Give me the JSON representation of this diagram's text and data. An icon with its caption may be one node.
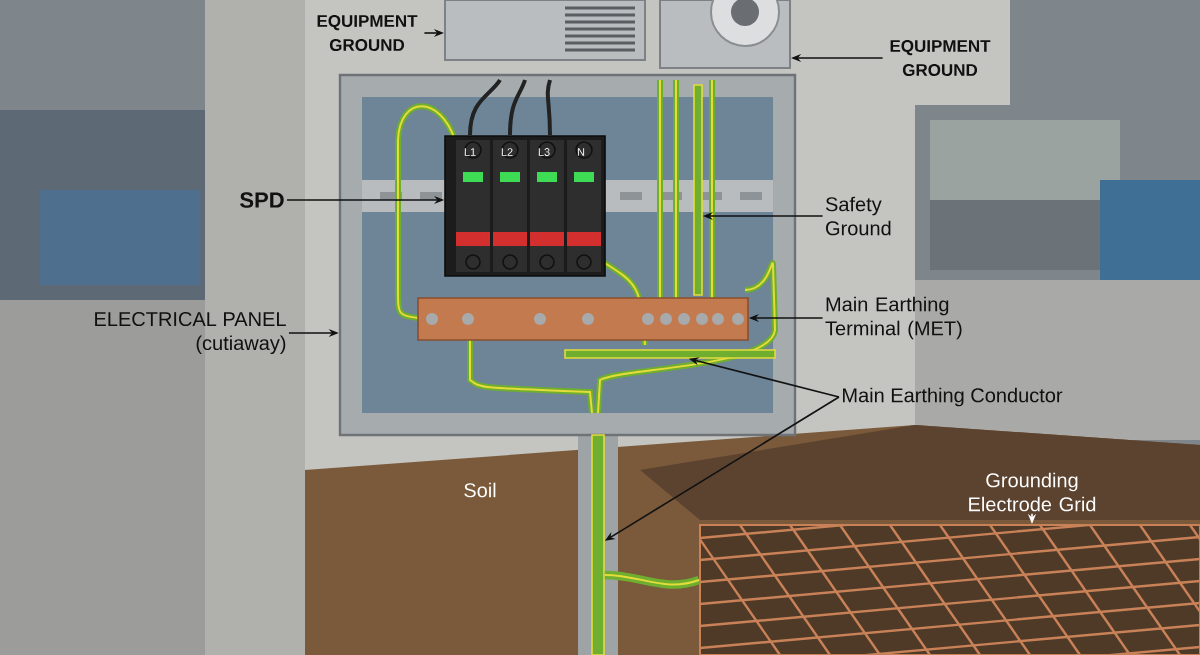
{
  "diagram": {
    "nodes": [
      {
        "text": [
          "EQUIPMENT GROUND"
        ]
      },
      {
        "text": [],
        "shape": "box"
      },
      {
        "text": [
          "EQUIPMENT GROUND"
        ]
      },
      {
        "text": [],
        "shape": "box"
      },
      {
        "text": [
          "SPD"
        ]
      },
      {
        "text": [
          "Safety Ground"
        ]
      },
      {
        "text": [
          "Main Earthing Terminal (MET)"
        ]
      },
      {
        "text": [
          "ELECTRICAL PANEL",
          "(cutiaway)"
        ]
      },
      {
        "text": [
          "Main Earthing Conductor"
        ]
      },
      {
        "text": [
          "Grounding Electrode Grid"
        ]
      },
      {
        "text": [],
        "shape": "box"
      },
      {
        "text": [],
        "shape": "box",
        "in": 10
      },
      {
        "text": [],
        "shape": "cable",
        "in": 10
      },
      {
        "text": [],
        "shape": "bar",
        "in": 10
      },
      {
        "text": [],
        "shape": "cable",
        "in": 10
      },
      {
        "text": [],
        "shape": "cable"
      },
      {
        "text": [],
        "shape": "grid"
      }
    ],
    "edges": [
      {
        "from": 0,
        "to": 1,
        "arrow": "to"
      },
      {
        "from": 2,
        "to": 3,
        "arrow": "to"
      },
      {
        "from": 4,
        "to": 11,
        "arrow": "to"
      },
      {
        "from": 5,
        "to": 12,
        "arrow": "to"
      },
      {
        "from": 6,
        "to": 13,
        "arrow": "to"
      },
      {
        "from": 7,
        "to": 10,
        "arrow": "to"
      },
      {
        "from": 8,
        "to": 14,
        "arrow": "to"
      },
      {
        "from": 8,
        "to": 15,
        "arrow": "to"
      },
      {
        "from": 9,
        "to": 16,
        "arrow": "to",
        "color": "#ffffff"
      },
      {
        "from": 15,
        "to": 16,
        "arrow": "none",
        "style": "thick",
        "color": "#6fae2e"
      }
    ],
    "labels": [
      "L1",
      "L2",
      "L3",
      "N",
      "Soil"
    ]
  }
}
